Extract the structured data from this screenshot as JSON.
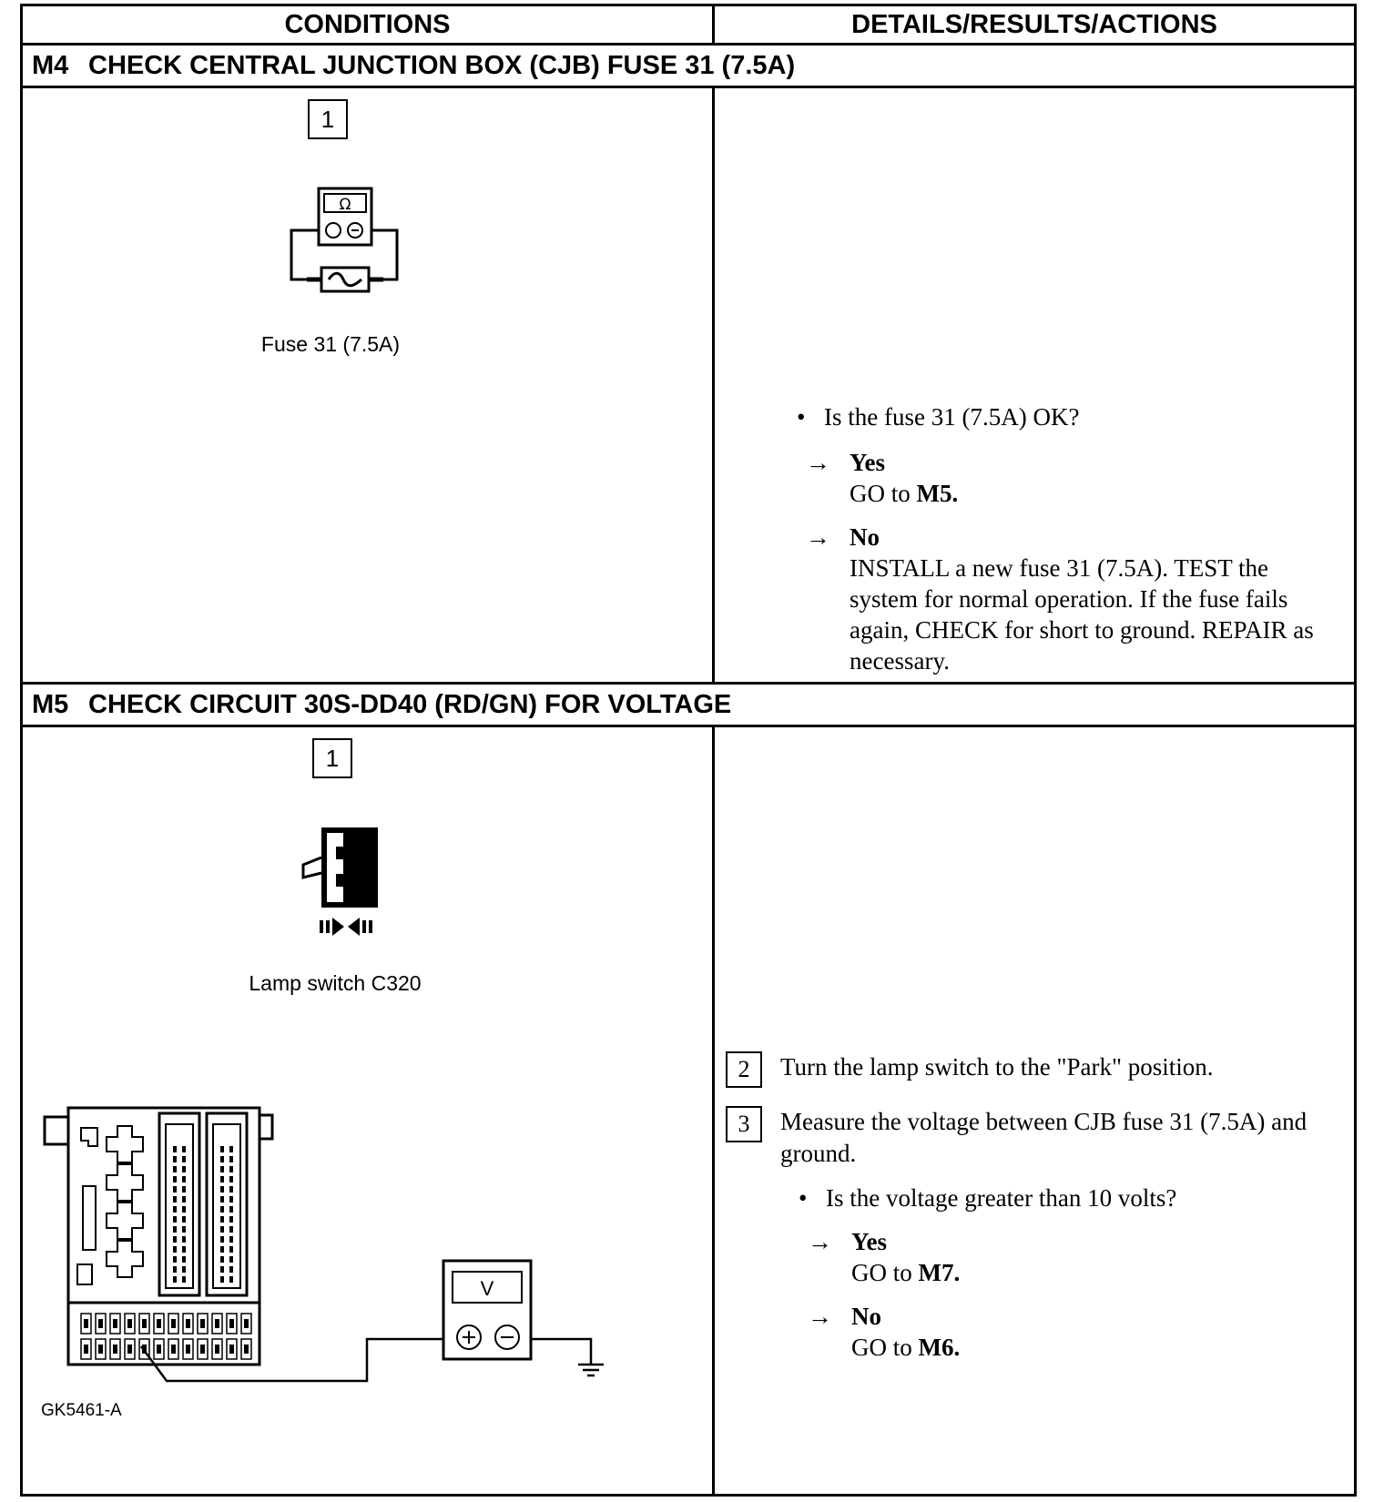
{
  "table": {
    "col_conditions": "CONDITIONS",
    "col_details": "DETAILS/RESULTS/ACTIONS"
  },
  "m4": {
    "code": "M4",
    "title": "CHECK CENTRAL JUNCTION BOX (CJB) FUSE 31 (7.5A)",
    "step1_num": "1",
    "meter_symbol": "Ω",
    "fuse_caption": "Fuse 31 (7.5A)",
    "question": "Is the fuse 31 (7.5A) OK?",
    "yes_label": "Yes",
    "yes_action_prefix": "GO to ",
    "yes_action_target": "M5.",
    "no_label": "No",
    "no_action": "INSTALL a new fuse 31 (7.5A). TEST the system for normal operation. If the fuse fails again, CHECK for short to ground. REPAIR as necessary."
  },
  "m5": {
    "code": "M5",
    "title": "CHECK CIRCUIT 30S-DD40 (RD/GN) FOR VOLTAGE",
    "step1_num": "1",
    "switch_caption": "Lamp switch C320",
    "step2_num": "2",
    "step2_text": "Turn the lamp switch to the \"Park\" position.",
    "step3_num": "3",
    "step3_text": "Measure the voltage between CJB fuse 31 (7.5A) and ground.",
    "question": "Is the voltage greater than 10 volts?",
    "yes_label": "Yes",
    "yes_action_prefix": "GO to ",
    "yes_action_target": "M7.",
    "no_label": "No",
    "no_action_prefix": "GO to ",
    "no_action_target": "M6.",
    "meter_symbol": "V",
    "figure_id": "GK5461-A"
  },
  "icons": {
    "bullet": "•",
    "arrow": "→"
  }
}
